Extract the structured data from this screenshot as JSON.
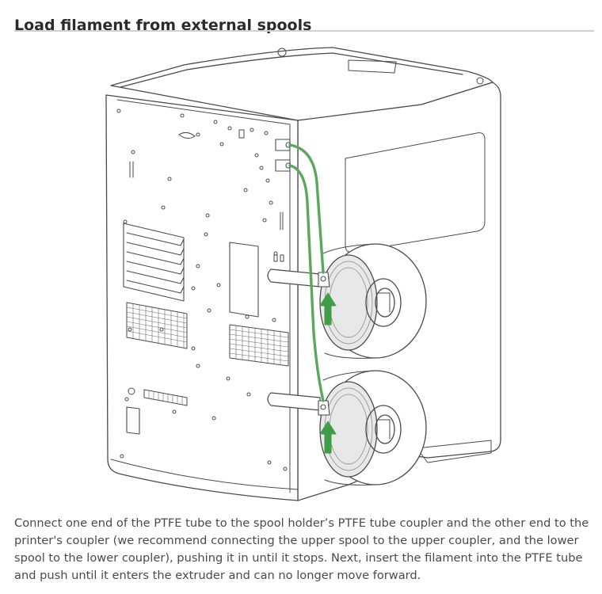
{
  "section": {
    "title": "Load filament from external spools"
  },
  "instructions": {
    "text": "Connect one end of the PTFE tube to the spool holder’s PTFE tube coupler and the other end to the printer's coupler (we recommend connecting the upper spool to the upper coupler, and the lower spool to the lower coupler), pushing it in until it stops. Next, insert the filament into the PTFE tube and push until it enters the extruder and can no longer move forward."
  },
  "illustration": {
    "colors": {
      "line": "#4a4a4a",
      "tube": "#5aa85f",
      "tube_dark": "#3f8a45",
      "arrow": "#3f9c47"
    },
    "icons": [
      "printer-rear-illustration",
      "spool-icon",
      "ptfe-tube-icon",
      "arrow-up-icon"
    ]
  }
}
